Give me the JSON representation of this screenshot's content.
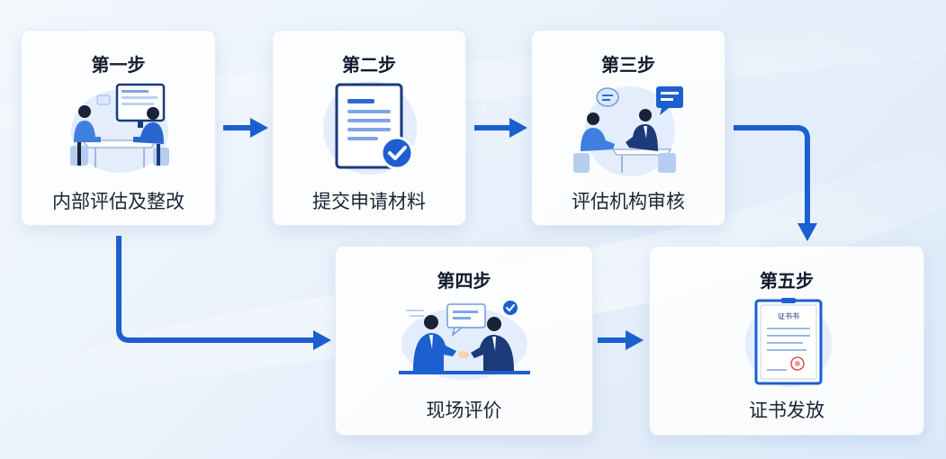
{
  "steps": [
    {
      "title": "第一步",
      "label": "内部评估及整改",
      "icon": "team-computer-review-icon"
    },
    {
      "title": "第二步",
      "label": "提交申请材料",
      "icon": "document-check-icon"
    },
    {
      "title": "第三步",
      "label": "评估机构审核",
      "icon": "meeting-discussion-icon"
    },
    {
      "title": "第四步",
      "label": "现场评价",
      "icon": "handshake-conversation-icon"
    },
    {
      "title": "第五步",
      "label": "证书发放",
      "icon": "certificate-icon",
      "certificate_text": "证书书"
    }
  ],
  "colors": {
    "accent": "#1b5fd0",
    "dark_navy": "#1a3a7a",
    "light_blue": "#dce8fa"
  }
}
